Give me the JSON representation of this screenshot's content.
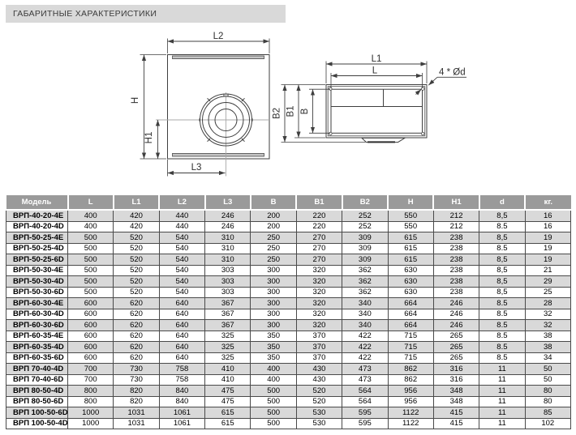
{
  "header": {
    "title": "ГАБАРИТНЫЕ ХАРАКТЕРИСТИКИ"
  },
  "drawing": {
    "front_view": {
      "labels": {
        "l2": "L2",
        "h": "H",
        "h1": "H1",
        "l3": "L3"
      }
    },
    "side_view": {
      "labels": {
        "l1": "L1",
        "l": "L",
        "b": "B",
        "b1": "B1",
        "b2": "B2",
        "holes": "4 * Ød"
      }
    }
  },
  "table": {
    "columns": [
      "Модель",
      "L",
      "L1",
      "L2",
      "L3",
      "B",
      "B1",
      "B2",
      "H",
      "H1",
      "d",
      "кг."
    ],
    "rows": [
      [
        "ВРП-40-20-4Е",
        "400",
        "420",
        "440",
        "246",
        "200",
        "220",
        "252",
        "550",
        "212",
        "8,5",
        "16"
      ],
      [
        "ВРП-40-20-4D",
        "400",
        "420",
        "440",
        "246",
        "200",
        "220",
        "252",
        "550",
        "212",
        "8.5",
        "16"
      ],
      [
        "ВРП-50-25-4Е",
        "500",
        "520",
        "540",
        "310",
        "250",
        "270",
        "309",
        "615",
        "238",
        "8,5",
        "19"
      ],
      [
        "ВРП-50-25-4D",
        "500",
        "520",
        "540",
        "310",
        "250",
        "270",
        "309",
        "615",
        "238",
        "8.5",
        "19"
      ],
      [
        "ВРП-50-25-6D",
        "500",
        "520",
        "540",
        "310",
        "250",
        "270",
        "309",
        "615",
        "238",
        "8,5",
        "19"
      ],
      [
        "ВРП-50-30-4Е",
        "500",
        "520",
        "540",
        "303",
        "300",
        "320",
        "362",
        "630",
        "238",
        "8,5",
        "21"
      ],
      [
        "ВРП-50-30-4D",
        "500",
        "520",
        "540",
        "303",
        "300",
        "320",
        "362",
        "630",
        "238",
        "8,5",
        "29"
      ],
      [
        "ВРП-50-30-6D",
        "500",
        "520",
        "540",
        "303",
        "300",
        "320",
        "362",
        "630",
        "238",
        "8,5",
        "25"
      ],
      [
        "ВРП-60-30-4Е",
        "600",
        "620",
        "640",
        "367",
        "300",
        "320",
        "340",
        "664",
        "246",
        "8.5",
        "28"
      ],
      [
        "ВРП-60-30-4D",
        "600",
        "620",
        "640",
        "367",
        "300",
        "320",
        "340",
        "664",
        "246",
        "8.5",
        "32"
      ],
      [
        "ВРП-60-30-6D",
        "600",
        "620",
        "640",
        "367",
        "300",
        "320",
        "340",
        "664",
        "246",
        "8.5",
        "32"
      ],
      [
        "ВРП-60-35-4Е",
        "600",
        "620",
        "640",
        "325",
        "350",
        "370",
        "422",
        "715",
        "265",
        "8.5",
        "38"
      ],
      [
        "ВРП-60-35-4D",
        "600",
        "620",
        "640",
        "325",
        "350",
        "370",
        "422",
        "715",
        "265",
        "8.5",
        "38"
      ],
      [
        "ВРП-60-35-6D",
        "600",
        "620",
        "640",
        "325",
        "350",
        "370",
        "422",
        "715",
        "265",
        "8.5",
        "34"
      ],
      [
        "ВРП 70-40-4D",
        "700",
        "730",
        "758",
        "410",
        "400",
        "430",
        "473",
        "862",
        "316",
        "11",
        "50"
      ],
      [
        "ВРП 70-40-6D",
        "700",
        "730",
        "758",
        "410",
        "400",
        "430",
        "473",
        "862",
        "316",
        "11",
        "50"
      ],
      [
        "ВРП 80-50-4D",
        "800",
        "820",
        "840",
        "475",
        "500",
        "520",
        "564",
        "956",
        "348",
        "11",
        "80"
      ],
      [
        "ВРП 80-50-6D",
        "800",
        "820",
        "840",
        "475",
        "500",
        "520",
        "564",
        "956",
        "348",
        "11",
        "80"
      ],
      [
        "ВРП 100-50-6D",
        "1000",
        "1031",
        "1061",
        "615",
        "500",
        "530",
        "595",
        "1122",
        "415",
        "11",
        "85"
      ],
      [
        "ВРП 100-50-4D",
        "1000",
        "1031",
        "1061",
        "615",
        "500",
        "530",
        "595",
        "1122",
        "415",
        "11",
        "102"
      ]
    ]
  },
  "colors": {
    "title_bar_bg": "#d9d9d9",
    "table_header_bg": "#9a9a9a",
    "row_alt_bg": "#d9d9d9",
    "drawing_line": "#3f3f3f",
    "centerline": "#a8a8a8"
  }
}
